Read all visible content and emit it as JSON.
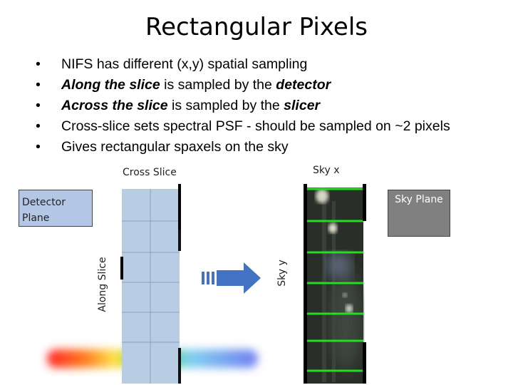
{
  "title": "Rectangular Pixels",
  "bullets": [
    {
      "parts": [
        {
          "text": "NIFS has different (x,y) spatial sampling",
          "em": false
        }
      ]
    },
    {
      "parts": [
        {
          "text": "Along the slice",
          "em": true
        },
        {
          "text": " is sampled by the ",
          "em": false
        },
        {
          "text": "detector",
          "em": true
        }
      ]
    },
    {
      "parts": [
        {
          "text": "Across the slice",
          "em": true
        },
        {
          "text": " is sampled by the ",
          "em": false
        },
        {
          "text": "slicer",
          "em": true
        }
      ]
    },
    {
      "parts": [
        {
          "text": "Cross-slice sets spectral PSF - should be sampled on ~2 pixels",
          "em": false
        }
      ]
    },
    {
      "parts": [
        {
          "text": "Gives rectangular spaxels on the sky",
          "em": false
        }
      ]
    }
  ],
  "bullet_glyph": "•",
  "labels": {
    "cross_slice": "Cross Slice",
    "sky_x": "Sky x",
    "detector_plane": "Detector Plane",
    "sky_plane": "Sky Plane",
    "along_slice": "Along Slice",
    "sky_y": "Sky y"
  },
  "colors": {
    "detector_box": "#b4c7e7",
    "sky_box": "#808080",
    "slit_fill": "#b8cce4",
    "sky_line": "#22dd22",
    "arrow": "#4472c4"
  },
  "icons": [
    "right-arrow-icon"
  ]
}
